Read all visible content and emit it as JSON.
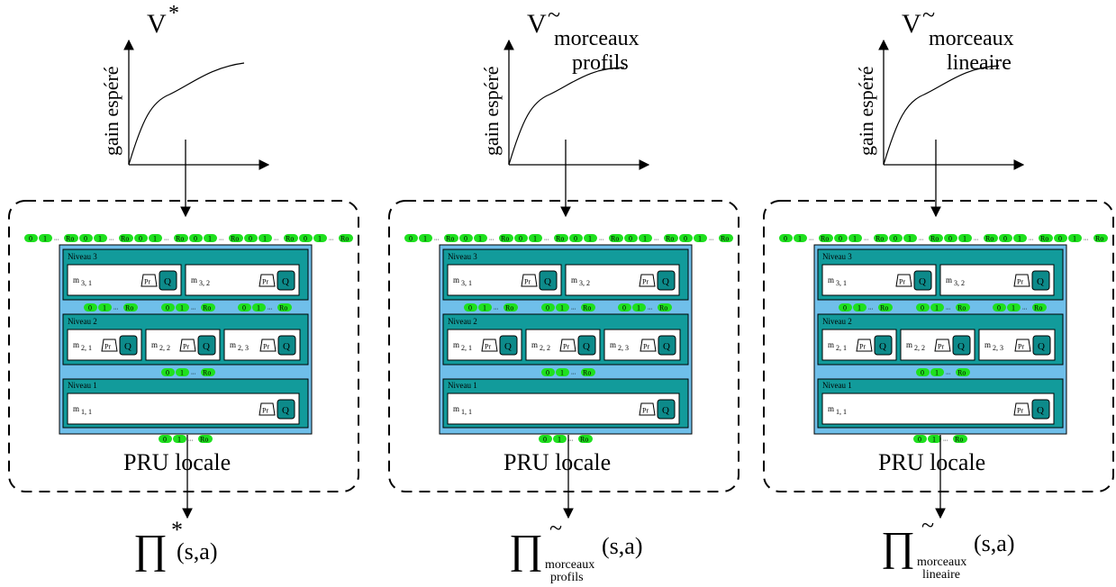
{
  "panels": [
    {
      "v_symbol": "V",
      "v_sup": "*",
      "v_sub": [
        "",
        ""
      ],
      "pi_sup": "*",
      "pi_sub": [
        "",
        ""
      ],
      "pi_args": "(s,a)"
    },
    {
      "v_symbol": "V",
      "v_sup": "~",
      "v_sub": [
        "morceaux",
        "profils"
      ],
      "pi_sup": "~",
      "pi_sub": [
        "morceaux",
        "profils"
      ],
      "pi_args": "(s,a)"
    },
    {
      "v_symbol": "V",
      "v_sup": "~",
      "v_sub": [
        "morceaux",
        "lineaire"
      ],
      "pi_sup": "~",
      "pi_sub": [
        "morceaux",
        "lineaire"
      ],
      "pi_args": "(s,a)"
    }
  ],
  "common": {
    "ylabel": "gain espéré",
    "box_label": "PRU locale",
    "pi_symbol": "∏",
    "resource_tokens": [
      "0",
      "1",
      "...",
      "Ro"
    ],
    "levels": [
      {
        "title": "Niveau 3",
        "modules": [
          [
            "m",
            "3, 1"
          ],
          [
            "m",
            "3, 2"
          ]
        ]
      },
      {
        "title": "Niveau 2",
        "modules": [
          [
            "m",
            "2, 1"
          ],
          [
            "m",
            "2, 2"
          ],
          [
            "m",
            "2, 3"
          ]
        ]
      },
      {
        "title": "Niveau 1",
        "modules": [
          [
            "m",
            "1, 1"
          ]
        ]
      }
    ],
    "pr_label": "Pr",
    "q_label": "Q"
  },
  "colors": {
    "outer_fill": "#6fbfea",
    "level_fill": "#129b9b",
    "q_fill": "#0d8a8a",
    "token_fill": "#1fe01f",
    "line": "#000000"
  }
}
